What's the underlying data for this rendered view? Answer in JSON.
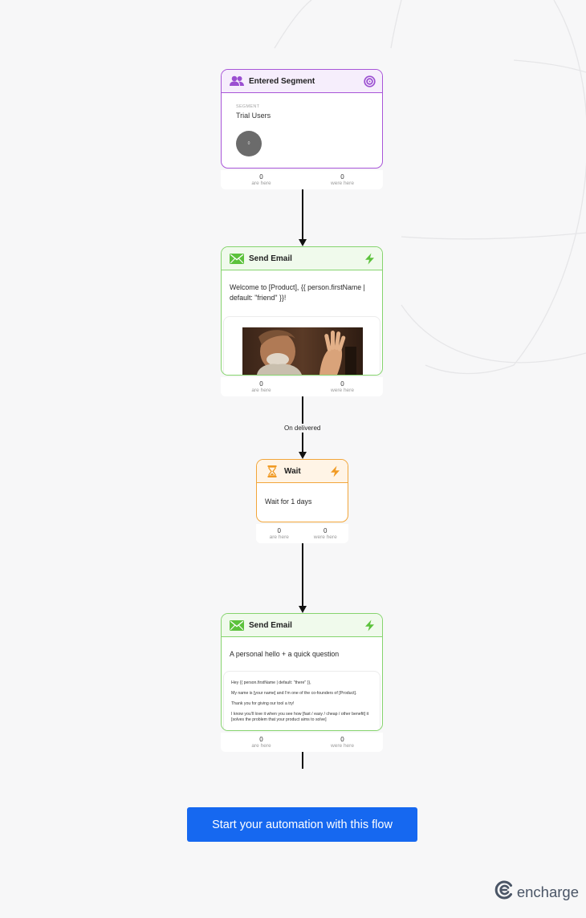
{
  "colors": {
    "background": "#f7f7f8",
    "segment_accent": "#a855d8",
    "email_accent": "#86d46e",
    "wait_accent": "#f2a63a",
    "cta": "#1668f0"
  },
  "nodes": {
    "segment": {
      "icon": "users-icon",
      "trigger_icon": "target-icon",
      "title": "Entered Segment",
      "field_label": "SEGMENT",
      "field_value": "Trial Users",
      "circle_value": "0",
      "stats": {
        "here_count": "0",
        "here_label": "are here",
        "were_count": "0",
        "were_label": "were here"
      }
    },
    "email1": {
      "icon": "envelope-icon",
      "trigger_icon": "lightning-icon",
      "title": "Send Email",
      "subject": "Welcome to [Product], {{ person.firstName | default: \"friend\" }}!",
      "preview": "gif-preview",
      "stats": {
        "here_count": "0",
        "here_label": "are here",
        "were_count": "0",
        "were_label": "were here"
      }
    },
    "edge1": {
      "label": "On delivered"
    },
    "wait": {
      "icon": "hourglass-icon",
      "trigger_icon": "lightning-icon",
      "title": "Wait",
      "body": "Wait for 1 days",
      "stats": {
        "here_count": "0",
        "here_label": "are here",
        "were_count": "0",
        "were_label": "were here"
      }
    },
    "email2": {
      "icon": "envelope-icon",
      "trigger_icon": "lightning-icon",
      "title": "Send Email",
      "subject": "A personal hello + a quick question",
      "preview_lines": [
        "Hey {{ person.firstName | default: \"there\" }},",
        "My name is [your name] and I'm one of the co-founders of [Product].",
        "Thank you for giving our tool a try!",
        "I know you'll love it when you see how [fast / easy / cheap / other benefit] it [solves the problem that your product aims to solve]"
      ],
      "stats": {
        "here_count": "0",
        "here_label": "are here",
        "were_count": "0",
        "were_label": "were here"
      }
    }
  },
  "cta": {
    "label": "Start your automation with this flow"
  },
  "brand": {
    "name": "encharge",
    "icon": "encharge-logo-icon"
  }
}
